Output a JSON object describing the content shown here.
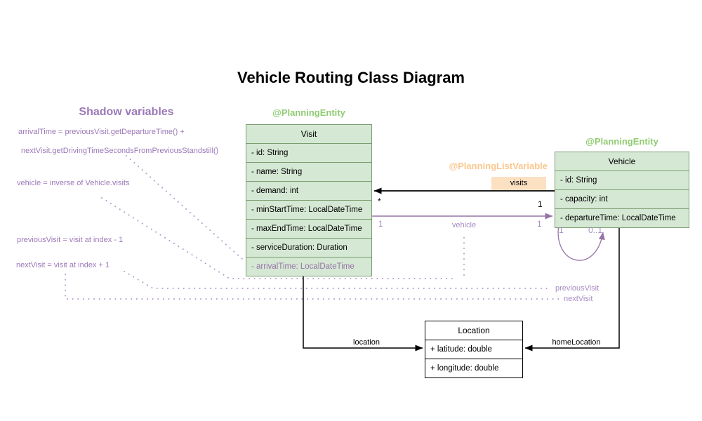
{
  "title": "Vehicle Routing Class Diagram",
  "shadow_panel": {
    "heading": "Shadow variables",
    "lines": [
      "arrivalTime = previousVisit.getDepartureTime() +",
      "nextVisit.getDrivingTimeSecondsFromPreviousStandstill()",
      "vehicle = inverse of Vehicle.visits",
      "previousVisit = visit at index - 1",
      "nextVisit = visit at index + 1"
    ]
  },
  "annotations": {
    "visit_planning_entity": "@PlanningEntity",
    "vehicle_planning_entity": "@PlanningEntity",
    "planning_list_variable": "@PlanningListVariable"
  },
  "classes": {
    "visit": {
      "name": "Visit",
      "attributes": [
        "- id: String",
        "- name: String",
        "- demand: int",
        "- minStartTime: LocalDateTime",
        "- maxEndTime: LocalDateTime",
        "- serviceDuration: Duration",
        "- arrivalTime: LocalDateTime"
      ]
    },
    "vehicle": {
      "name": "Vehicle",
      "attributes": [
        "- id: String",
        "- capacity: int",
        "- departureTime: LocalDateTime"
      ]
    },
    "location": {
      "name": "Location",
      "attributes": [
        "+ latitude: double",
        "+ longitude: double"
      ]
    }
  },
  "edges": {
    "visits": {
      "label": "visits",
      "visit_multiplicity": "*",
      "vehicle_multiplicity": "1"
    },
    "vehicle": {
      "label": "vehicle",
      "visit_multiplicity": "1",
      "vehicle_multiplicity": "1"
    },
    "chain_loop": {
      "left_multiplicity": "1",
      "right_multiplicity": "0..1",
      "previous_label": "previousVisit",
      "next_label": "nextVisit"
    },
    "location": {
      "label": "location"
    },
    "home_location": {
      "label": "homeLocation"
    }
  },
  "colors": {
    "entity_green": "#90cc72",
    "class_fill_green": "#d5e8d4",
    "class_border_green": "#7b9e71",
    "list_variable_orange": "#fbc78e",
    "visits_chip_bg": "#fce0c2",
    "shadow_purple": "#9c78b8",
    "relation_purple": "#9673a6",
    "dotted_purple": "#b79ccf",
    "black": "#000000"
  }
}
